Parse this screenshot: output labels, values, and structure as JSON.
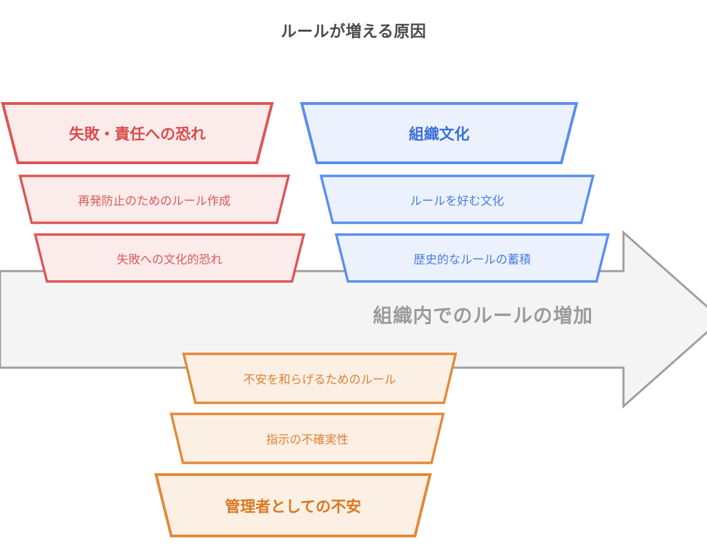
{
  "title": "ルールが増える原因",
  "arrow": {
    "label": "組織内でのルールの増加",
    "color": "#9b9b9b",
    "fill": "#f4f4f4",
    "stroke": "#9e9e9e"
  },
  "groups": [
    {
      "id": "fear-of-failure",
      "accent": "#dc5a5a",
      "fill": "#fcebeb",
      "stroke": "#dd5555",
      "boxes": [
        {
          "label": "失敗・責任への恐れ",
          "emphasis": "bold"
        },
        {
          "label": "再発防止のためのルール作成",
          "emphasis": "normal"
        },
        {
          "label": "失敗への文化的恐れ",
          "emphasis": "normal"
        }
      ]
    },
    {
      "id": "organizational-culture",
      "accent": "#4a7fe0",
      "fill": "#ebf1fd",
      "stroke": "#5b8def",
      "boxes": [
        {
          "label": "組織文化",
          "emphasis": "bold"
        },
        {
          "label": "ルールを好む文化",
          "emphasis": "normal"
        },
        {
          "label": "歴史的なルールの蓄積",
          "emphasis": "normal"
        }
      ]
    },
    {
      "id": "manager-anxiety",
      "accent": "#dd8236",
      "fill": "#fcefe3",
      "stroke": "#e08a38",
      "boxes": [
        {
          "label": "不安を和らげるためのルール",
          "emphasis": "normal"
        },
        {
          "label": "指示の不確実性",
          "emphasis": "normal"
        },
        {
          "label": "管理者としての不安",
          "emphasis": "bold"
        }
      ]
    }
  ]
}
